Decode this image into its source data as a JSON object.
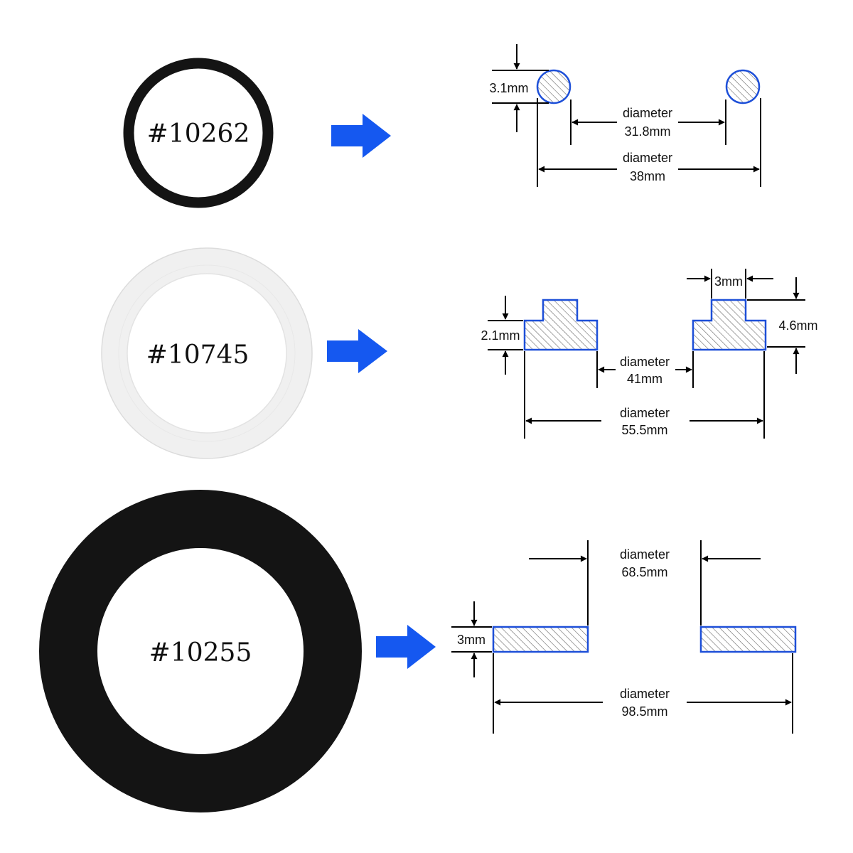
{
  "colors": {
    "arrow": "#1558f0",
    "section_outline": "#1d4fd8",
    "black_rubber": "#141414",
    "white_gasket": "#f4f4f4"
  },
  "parts": [
    {
      "part_number": "#10262",
      "thickness_label": "3.1mm",
      "inner_label": "diameter",
      "inner_value": "31.8mm",
      "outer_label": "diameter",
      "outer_value": "38mm"
    },
    {
      "part_number": "#10745",
      "thickness_label": "2.1mm",
      "lip_label": "3mm",
      "height_label": "4.6mm",
      "inner_label": "diameter",
      "inner_value": "41mm",
      "outer_label": "diameter",
      "outer_value": "55.5mm"
    },
    {
      "part_number": "#10255",
      "thickness_label": "3mm",
      "inner_label": "diameter",
      "inner_value": "68.5mm",
      "outer_label": "diameter",
      "outer_value": "98.5mm"
    }
  ]
}
